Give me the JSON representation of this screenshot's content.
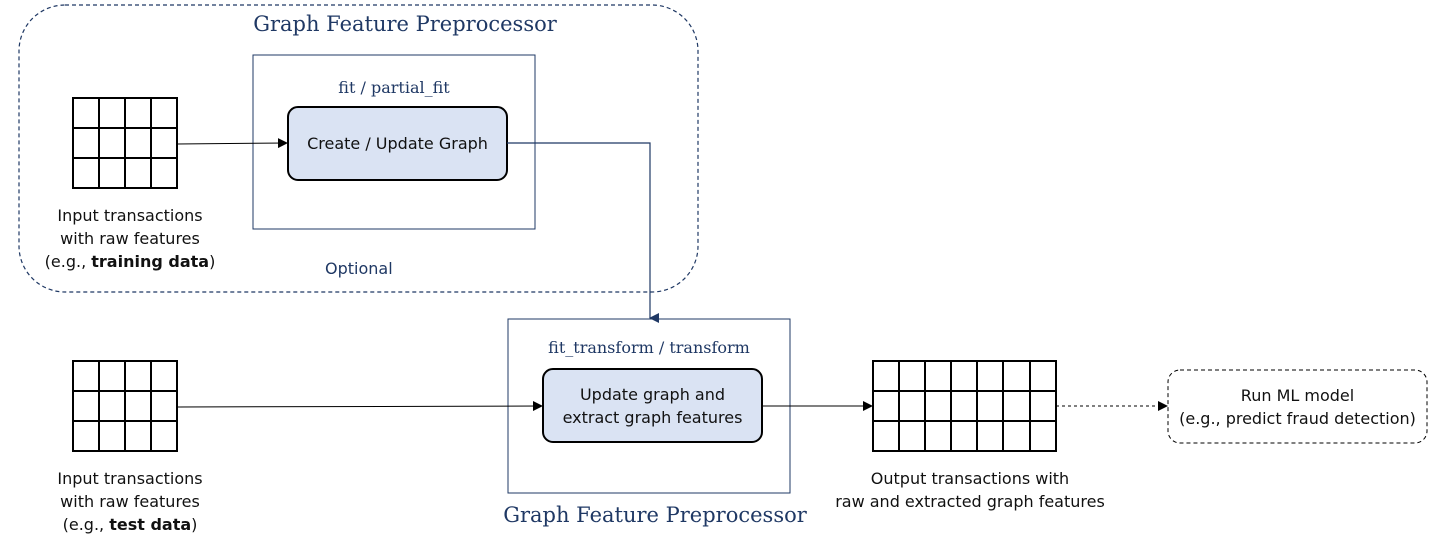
{
  "preprocessor_top": {
    "title": "Graph Feature Preprocessor",
    "optional_label": "Optional",
    "method_label": "fit / partial_fit",
    "process_label": "Create / Update Graph"
  },
  "input_training": {
    "line1": "Input transactions",
    "line2": "with raw features",
    "line3_prefix": "(e.g., ",
    "line3_bold": "training data",
    "line3_suffix": ")"
  },
  "input_test": {
    "line1": "Input transactions",
    "line2": "with raw features",
    "line3_prefix": "(e.g., ",
    "line3_bold": "test data",
    "line3_suffix": ")"
  },
  "preprocessor_bottom": {
    "title": "Graph Feature Preprocessor",
    "method_label": "fit_transform / transform",
    "process_line1": "Update graph and",
    "process_line2": "extract graph features"
  },
  "output": {
    "line1": "Output transactions with",
    "line2": "raw and extracted graph features"
  },
  "ml_model": {
    "line1": "Run ML model",
    "line2": "(e.g., predict fraud detection)"
  },
  "colors": {
    "navy": "#1f3864",
    "process_fill": "#dae3f3",
    "stroke": "#000000"
  }
}
